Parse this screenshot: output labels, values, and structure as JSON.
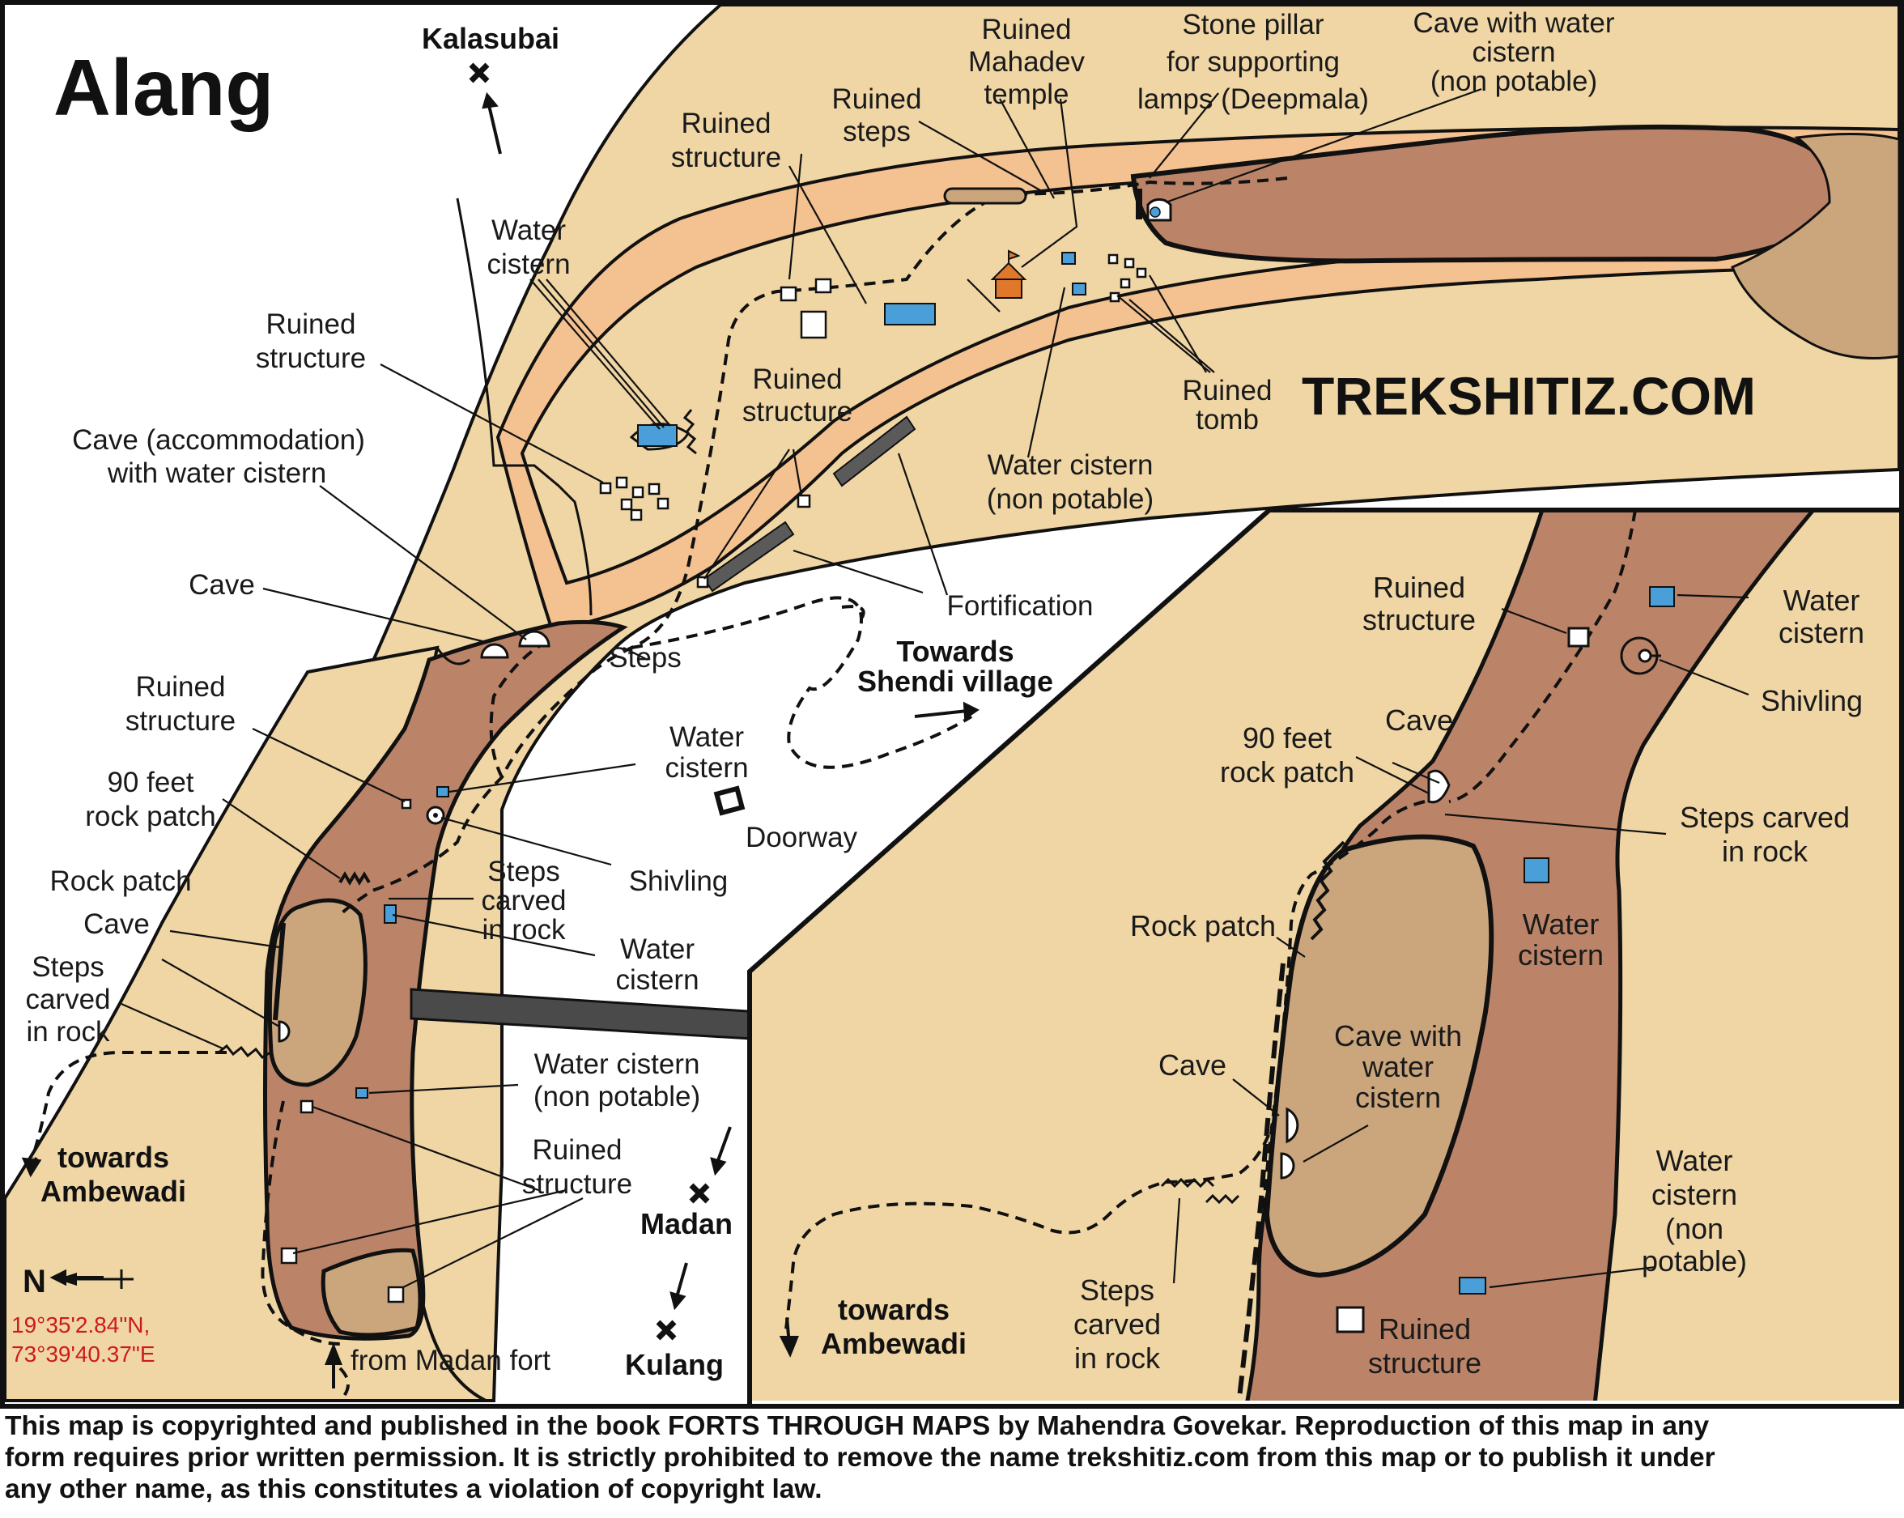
{
  "map": {
    "title": "Alang",
    "watermark": "TREKSHITIZ.COM",
    "coordinates": [
      "19°35'2.84\"N,",
      "73°39'40.37\"E"
    ],
    "north_label": "N",
    "colors": {
      "plateau": "#f0d6a4",
      "terrace": "#f4c190",
      "summit": "#bb8468",
      "rock": "#cba67d",
      "outline": "#111111",
      "water": "#4a9fd8",
      "temple": "#e0782c",
      "arrow": "#4a4a4a",
      "coords": "#cc1b1b"
    },
    "places": {
      "kalasubai": "Kalasubai",
      "madan": "Madan",
      "kulang": "Kulang",
      "shendi": [
        "Towards",
        "Shendi village"
      ],
      "ambewadi": [
        "towards",
        "Ambewadi"
      ],
      "from_madan": "from Madan fort"
    },
    "labels": {
      "ruined_steps": [
        "Ruined",
        "steps"
      ],
      "mahadev": [
        "Ruined",
        "Mahadev",
        "temple"
      ],
      "pillar": [
        "Stone pillar",
        "for supporting",
        "lamps (Deepmala)"
      ],
      "cave_water_np": [
        "Cave with water",
        "cistern",
        "(non potable)"
      ],
      "ruined_structure_top": [
        "Ruined",
        "structure"
      ],
      "water_cistern_top": [
        "Water",
        "cistern"
      ],
      "ruined_structure_left": [
        "Ruined",
        "structure"
      ],
      "cave_accommodation": [
        "Cave (accommodation)",
        "with water cistern"
      ],
      "ruined_structure_mid": [
        "Ruined",
        "structure"
      ],
      "ruined_tomb": [
        "Ruined",
        "tomb"
      ],
      "water_cistern_np_top": [
        "Water cistern",
        "(non potable)"
      ],
      "cave_left": "Cave",
      "fortification": "Fortification",
      "steps_mid": "Steps",
      "ruined_structure_low": [
        "Ruined",
        "structure"
      ],
      "rock_patch_90_left": [
        "90 feet",
        "rock patch"
      ],
      "water_cistern_mid": [
        "Water",
        "cistern"
      ],
      "doorway": "Doorway",
      "shivling_left": "Shivling",
      "steps_carved_mid": [
        "Steps",
        "carved",
        "in rock"
      ],
      "rock_patch_left": "Rock patch",
      "cave_left_low": "Cave",
      "water_cistern_left_low": [
        "Water",
        "cistern"
      ],
      "steps_carved_left": [
        "Steps",
        "carved",
        "in rock"
      ],
      "water_cistern_np_low": [
        "Water cistern",
        "(non potable)"
      ],
      "ruined_structure_bottom": [
        "Ruined",
        "structure"
      ]
    },
    "inset": {
      "ruined_structure_a": [
        "Ruined",
        "structure"
      ],
      "water_cistern_a": [
        "Water",
        "cistern"
      ],
      "shivling": "Shivling",
      "cave_a": "Cave",
      "rock_patch_90": [
        "90 feet",
        "rock patch"
      ],
      "steps_carved_a": [
        "Steps carved",
        "in rock"
      ],
      "water_cistern_b": [
        "Water",
        "cistern"
      ],
      "rock_patch": "Rock patch",
      "cave_with_water": [
        "Cave with",
        "water",
        "cistern"
      ],
      "cave_b": "Cave",
      "water_cistern_np": [
        "Water",
        "cistern",
        "(non",
        "potable)"
      ],
      "steps_carved_b": [
        "Steps",
        "carved",
        "in rock"
      ],
      "ambewadi": [
        "towards",
        "Ambewadi"
      ],
      "ruined_structure_b": [
        "Ruined",
        "structure"
      ]
    }
  },
  "footer": {
    "lines": [
      "This map is copyrighted and published in the book FORTS THROUGH MAPS by Mahendra Govekar. Reproduction of this map in any",
      "form requires prior written permission. It is strictly prohibited to remove the name trekshitiz.com from this map or to publish it under",
      "any other name, as this constitutes a violation of copyright law."
    ]
  }
}
